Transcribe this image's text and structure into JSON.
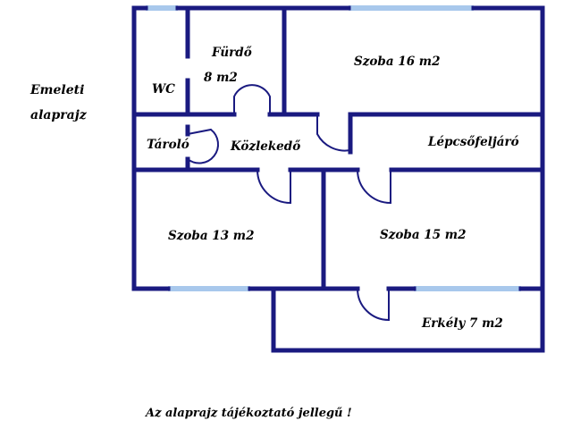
{
  "side_label": {
    "line1": "Emeleti",
    "line2": "alaprajz"
  },
  "rooms": {
    "furdo_name": "Fürdő",
    "furdo_area": "8 m2",
    "szoba16": "Szoba 16 m2",
    "wc": "WC",
    "tarolo": "Tároló",
    "kozlekedo": "Közlekedő",
    "lepcso": "Lépcsőfeljáró",
    "szoba13": "Szoba 13 m2",
    "szoba15": "Szoba 15 m2",
    "erkely": "Erkély 7 m2"
  },
  "footer_note": "Az alaprajz tájékoztató jellegű !",
  "colors": {
    "wall": "#1a1a80",
    "window": "#a8c8ec",
    "text": "#000000"
  }
}
